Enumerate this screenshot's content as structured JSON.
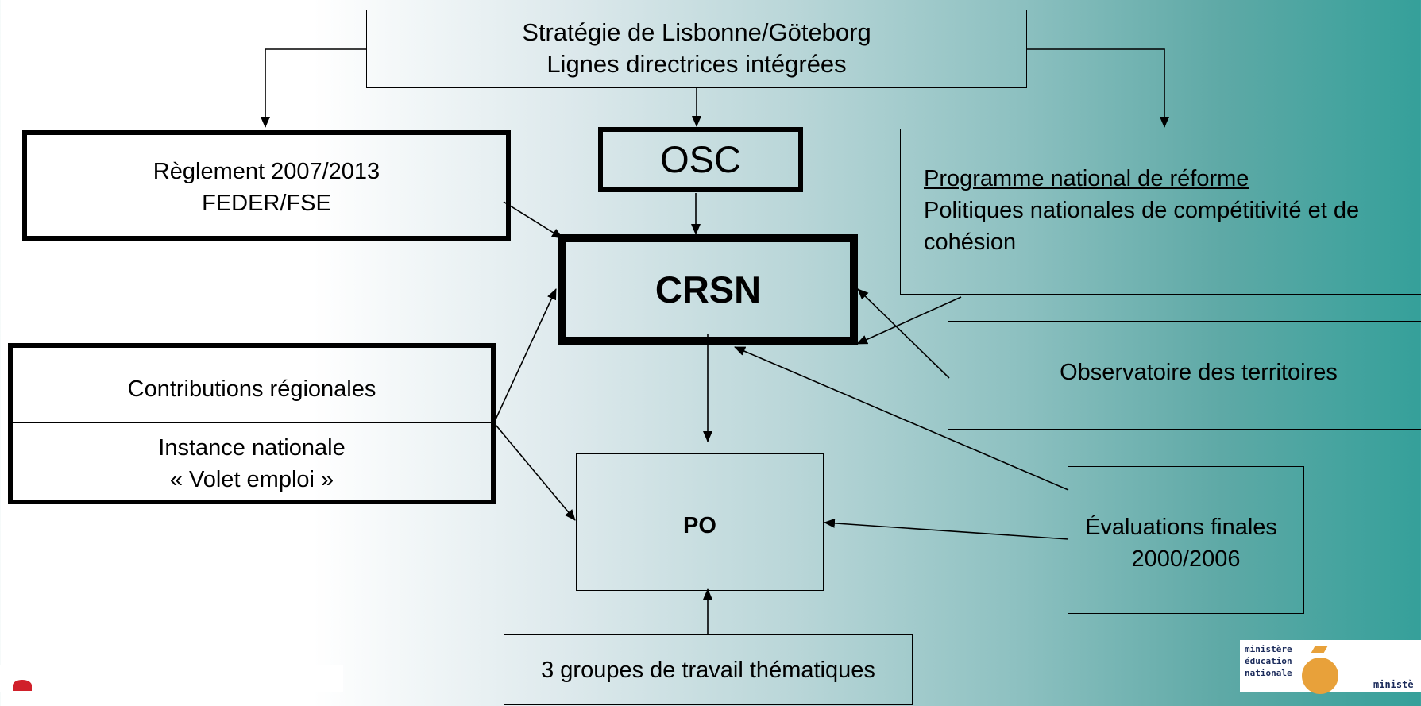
{
  "diagram": {
    "strategy": {
      "line1": "Stratégie de Lisbonne/Göteborg",
      "line2": "Lignes directrices intégrées"
    },
    "osc": "OSC",
    "crsn": "CRSN",
    "reglement": {
      "line1": "Règlement 2007/2013",
      "line2": "FEDER/FSE"
    },
    "pnr": {
      "title": "Programme national de réforme ",
      "text": "Politiques nationales de   compétitivité et de cohésion"
    },
    "contributions": {
      "top": "Contributions régionales",
      "bottom_line1": "Instance nationale",
      "bottom_line2": "« Volet emploi »"
    },
    "observatoire": "Observatoire des territoires",
    "po": "PO",
    "evaluations": {
      "line1": "Évaluations finales",
      "line2": "2000/2006"
    },
    "groupes": "3 groupes de travail thématiques"
  },
  "logo": {
    "line1": "ministère",
    "line2": "éducation",
    "line3": "nationale",
    "side": "ministè"
  },
  "colors": {
    "teal": "#35a09a",
    "logo_orange": "#e8a13a",
    "logo_red": "#d0202a"
  }
}
